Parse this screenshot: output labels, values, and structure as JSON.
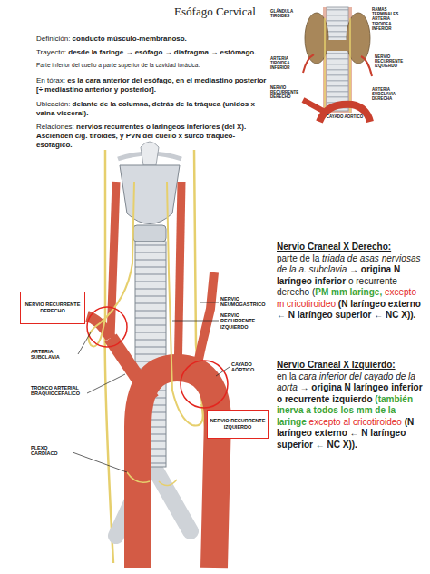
{
  "diagram": {
    "title": "Esófago Cervical",
    "nodes": [
      {
        "text": [
          "NERVIO RECURRENTE DERECHO"
        ]
      },
      {
        "text": [
          "NERVIO RECURRENTE IZQUIERDO"
        ]
      }
    ],
    "labels": [
      "Definición:",
      "conducto músculo-membranoso.",
      "Trayecto:",
      "desde la faringe → esófago → diafragma → estómago.",
      "Parte inferior del cuello a parte superior de la cavidad torácica.",
      "En tórax:",
      "es la cara anterior del esófago, en el mediastino posterior [÷ mediastino anterior y posterior].",
      "Ubicación:",
      "delante de la columna, detrás de la tráquea (unidos x vaina visceral).",
      "Relaciones:",
      "nervios recurrentes o laringeos inferiores (del X). Ascienden c/g. tiroides, y PVN del cuello x surco traqueo-esofágico.",
      "GLÁNDULA TIROIDES",
      "RAMAS TERMINALES ARTERIA TIROIDEA INFERIOR",
      "ARTERIA TIROIDEA INFERIOR",
      "NERVIO RECURRENTE IZQUIERDO",
      "ARTERIA SUBCLAVIA DERECHA",
      "NERVIO RECURRENTE DERECHO",
      "CAYADO AÓRTICO",
      "NERVIO NEUMOGÁSTRICO",
      "NERVIO RECURRENTE IZQUIERDO",
      "ARTERIA SUBCLAVIA",
      "TRONCO ARTERIAL BRAQUIOCEFÁLICO",
      "PLEXO CARDÍACO",
      "CAYADO AÓRTICO",
      "Nervio Craneal X Derecho:",
      "parte de la",
      "triada de asas nerviosas de la a. subclavia",
      "→ origina N laríngeo inferior",
      "o recurrente derecho (",
      "PM mm laringe,",
      "excepto m cricotiroideo",
      "(N laríngeo externo ← N laríngeo superior ← NC X)).",
      "Nervio Craneal X Izquierdo:",
      "en la",
      "cara inferior del cayado de la aorta",
      "→ origina N laríngeo inferior",
      "o recurrente izquierdo",
      "(también inerva a todos los mm de la laringe",
      "excepto al cricotiroideo",
      "(N laríngeo externo ← N laríngeo superior ← NC X))."
    ]
  }
}
